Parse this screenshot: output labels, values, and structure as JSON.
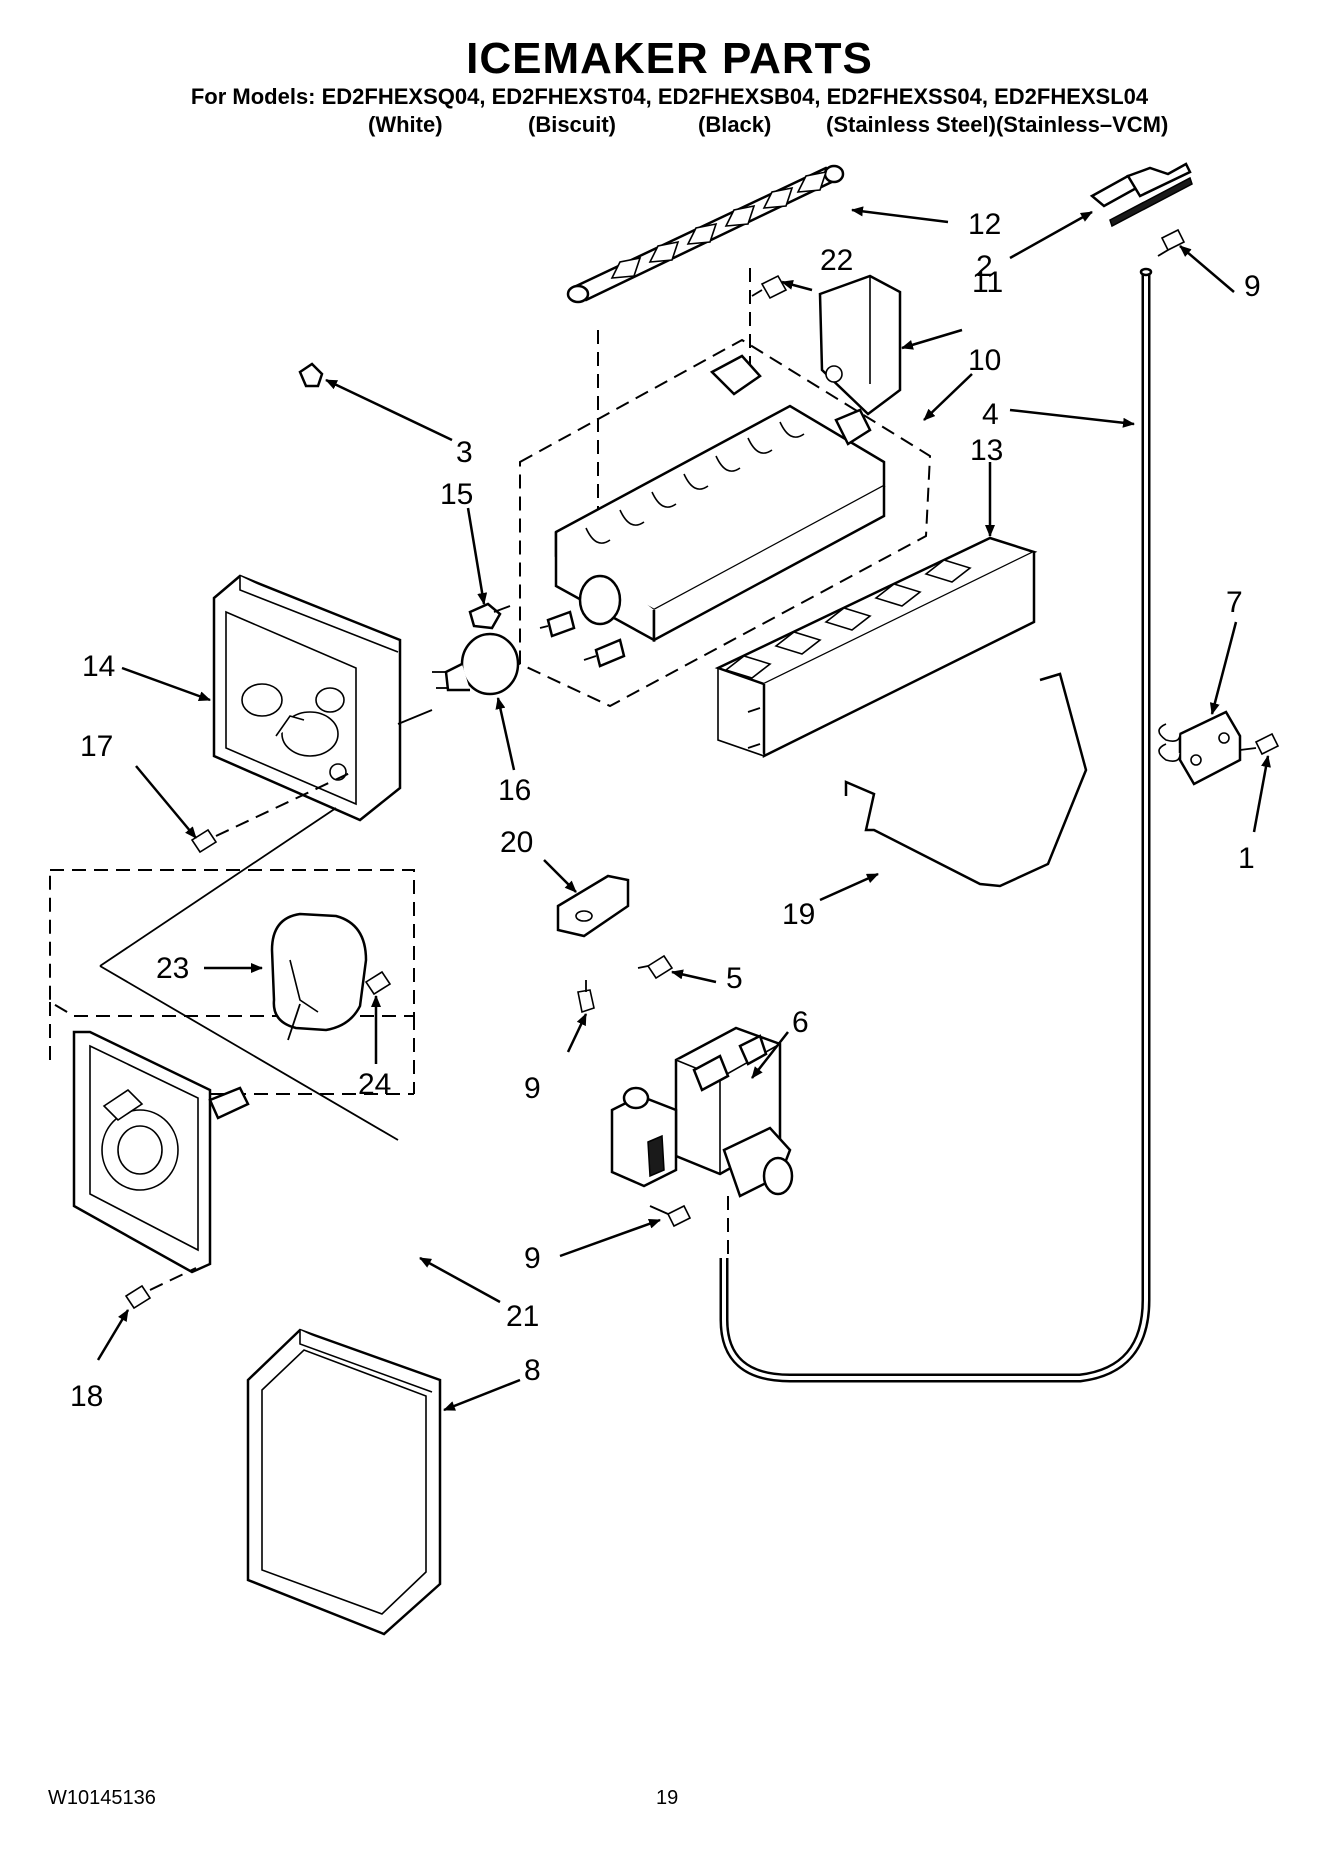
{
  "header": {
    "title": "ICEMAKER PARTS",
    "models": "For Models: ED2FHEXSQ04, ED2FHEXST04, ED2FHEXSB04, ED2FHEXSS04, ED2FHEXSL04",
    "variants": [
      "(White)",
      "(Biscuit)",
      "(Black)",
      "(Stainless Steel)(Stainless–VCM)"
    ]
  },
  "callouts": {
    "c1": "1",
    "c2": "2",
    "c3": "3",
    "c4": "4",
    "c5": "5",
    "c6": "6",
    "c7": "7",
    "c8": "8",
    "c9a": "9",
    "c9b": "9",
    "c9c": "9",
    "c10": "10",
    "c11": "11",
    "c12": "12",
    "c13": "13",
    "c14": "14",
    "c15": "15",
    "c16": "16",
    "c17": "17",
    "c18": "18",
    "c19": "19",
    "c20": "20",
    "c21": "21",
    "c22": "22",
    "c23": "23",
    "c24": "24"
  },
  "footer": {
    "doc_number": "W10145136",
    "page_number": "19"
  }
}
